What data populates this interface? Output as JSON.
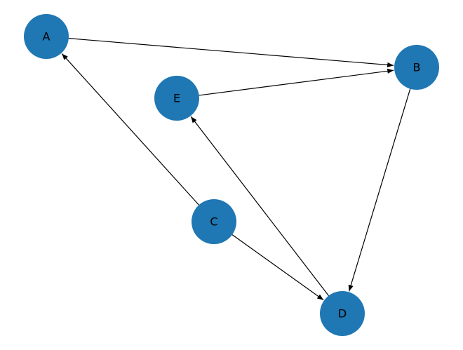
{
  "graph": {
    "directed": true,
    "node_color": "#1f77b4",
    "edge_color": "#000000",
    "nodes": [
      {
        "id": "A",
        "label": "A"
      },
      {
        "id": "B",
        "label": "B"
      },
      {
        "id": "C",
        "label": "C"
      },
      {
        "id": "D",
        "label": "D"
      },
      {
        "id": "E",
        "label": "E"
      }
    ],
    "edges": [
      {
        "source": "A",
        "target": "B"
      },
      {
        "source": "E",
        "target": "B"
      },
      {
        "source": "C",
        "target": "A"
      },
      {
        "source": "C",
        "target": "D"
      },
      {
        "source": "D",
        "target": "E"
      },
      {
        "source": "B",
        "target": "D"
      }
    ]
  }
}
